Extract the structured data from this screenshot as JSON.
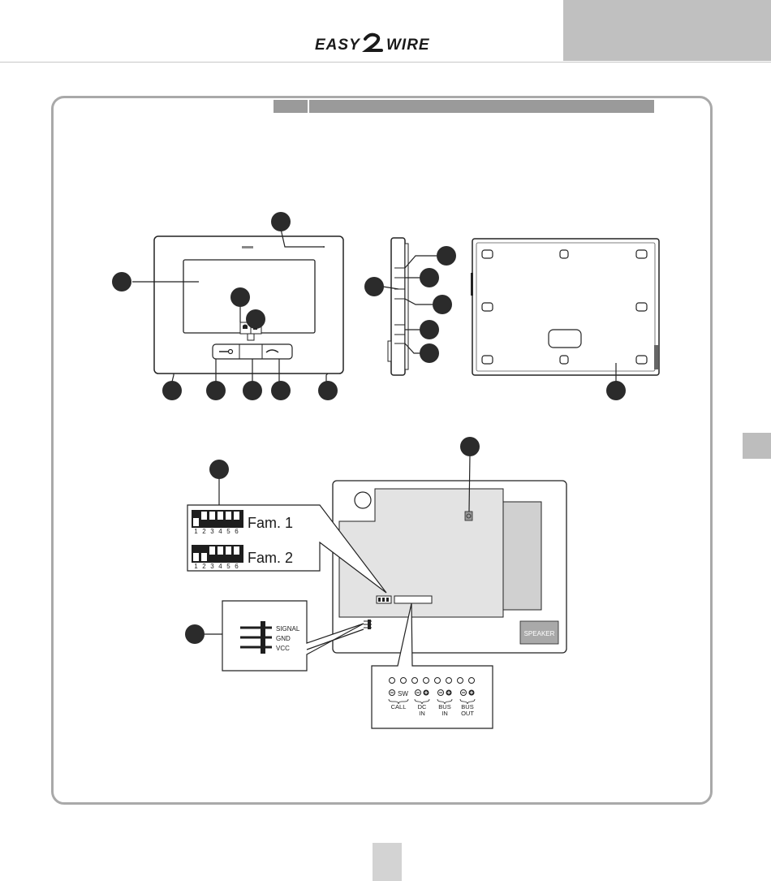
{
  "brand": {
    "logo_text": "EASY2WIRE"
  },
  "connector": {
    "signal_label": "SIGNAL",
    "gnd_label": "GND",
    "vcc_label": "VCC"
  },
  "dip_switch": {
    "fam1_label": "Fam. 1",
    "fam2_label": "Fam. 2",
    "positions": [
      "1",
      "2",
      "3",
      "4",
      "5",
      "6"
    ]
  },
  "terminals": {
    "sw_label": "SW",
    "call_label": "CALL",
    "dc_label": "DC",
    "dc_sub": "IN",
    "bus_in_label": "BUS",
    "bus_in_sub": "IN",
    "bus_out_label": "BUS",
    "bus_out_sub": "OUT"
  },
  "board": {
    "speaker_label": "SPEAKER"
  }
}
